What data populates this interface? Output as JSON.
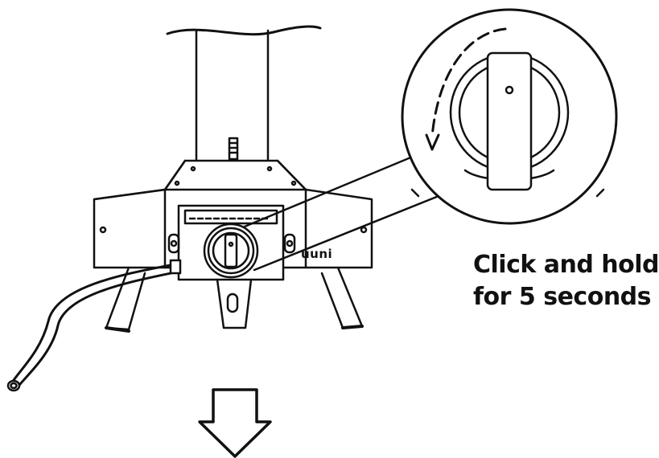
{
  "instruction": {
    "line1": "Click and hold",
    "line2": "for 5 seconds"
  },
  "oven": {
    "brand_label": "uuni"
  },
  "colors": {
    "stroke": "#111111",
    "background": "#ffffff"
  },
  "icons": {
    "rotation": "dashed-curved-arrow-icon",
    "next_step": "down-arrow-icon"
  }
}
